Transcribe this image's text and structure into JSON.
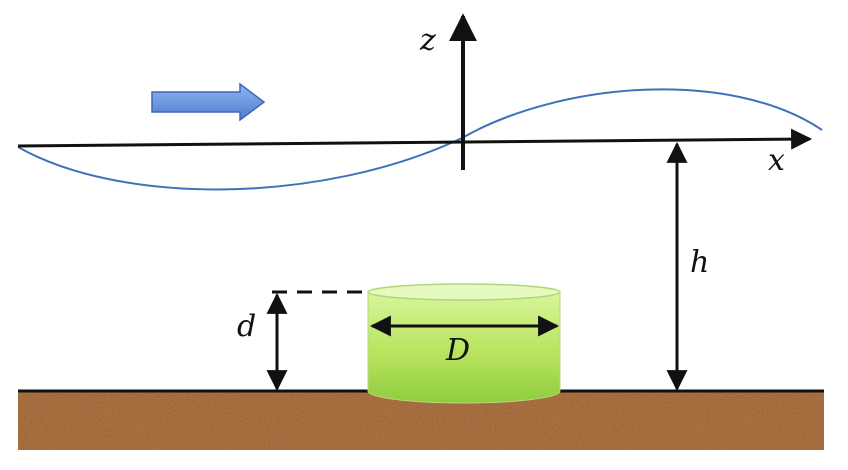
{
  "labels": {
    "z_axis": "z",
    "x_axis": "x",
    "depth": "h",
    "cylinder_height": "d",
    "cylinder_diameter": "D"
  },
  "icons": {
    "flow_direction": "right-arrow-icon"
  },
  "colors": {
    "wave_line": "#3f72b8",
    "arrow_fill": "#5b8fd6",
    "cylinder_fill": "#b9e86a",
    "cylinder_top": "#dcf7a8",
    "seabed": "#b27f4e",
    "axis": "#111111"
  }
}
